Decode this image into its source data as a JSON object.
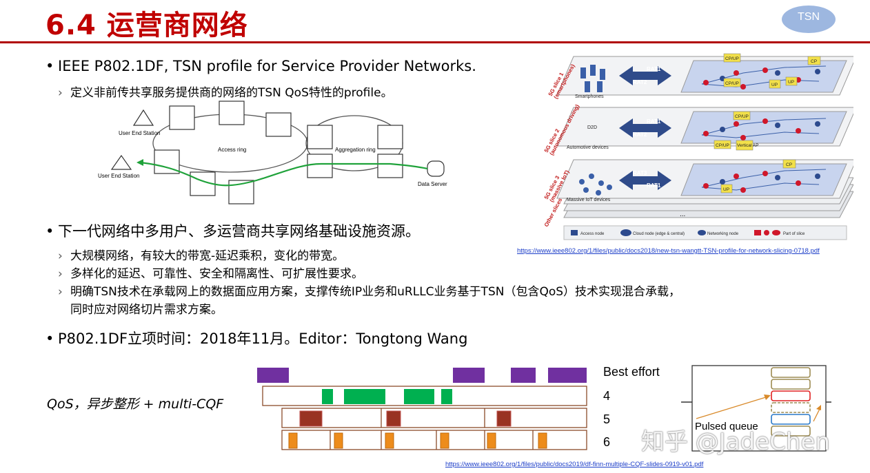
{
  "title": "6.4 运营商网络",
  "logo": "TSN",
  "bullets": {
    "b1": "IEEE P802.1DF, TSN profile for Service Provider Networks.",
    "b1_sub1": "定义非前传共享服务提供商的网络的TSN QoS特性的profile。",
    "b2": "下一代网络中多用户、多运营商共享网络基础设施资源。",
    "b2_sub1": "大规模网络，有较大的带宽-延迟乘积，变化的带宽。",
    "b2_sub2": "多样化的延迟、可靠性、安全和隔离性、可扩展性要求。",
    "b2_sub3a": "明确TSN技术在承载网上的数据面应用方案，支撑传统IP业务和uRLLC业务基于TSN（包含QoS）技术实现混合承载，",
    "b2_sub3b": "同时应对网络切片需求方案。",
    "b3": "P802.1DF立项时间：2018年11月。Editor：Tongtong Wang"
  },
  "ring_diagram": {
    "user_end_1": "User End Station",
    "user_end_2": "User End Station",
    "access_ring": "Access ring",
    "aggregation_ring": "Aggregation ring",
    "data_server": "Data Server"
  },
  "slicing_diagram": {
    "slice1": "5G slice 1\n(smartphones)",
    "slice2": "5G slice 2\n(autonomous driving)",
    "slice3": "5G slice 3\n(massive IoT)",
    "other": "Other slices",
    "smartphones": "Smartphones",
    "automotive": "Automotive devices",
    "iot": "Massive IoT devices",
    "rat1": "RAT1",
    "rat2": "RAT2",
    "rat3": "RAT3",
    "d2d": "D2D",
    "cpup": "CP/UP",
    "cp": "CP",
    "up": "UP",
    "vertical_ap": "Vertical AP",
    "legend_access": "Access node",
    "legend_cloud": "Cloud node (edge & central)",
    "legend_networking": "Networking node",
    "legend_part": "Part of slice",
    "dots": "..."
  },
  "link1": "https://www.ieee802.org/1/files/public/docs2018/new-tsn-wangtt-TSN-profile-for-network-slicing-0718.pdf",
  "link2": "https://www.ieee802.org/1/files/public/docs2019/df-finn-multiple-CQF-slides-0919-v01.pdf",
  "qos_label": "QoS，异步整形   +   multi-CQF",
  "cqf": {
    "best_effort": "Best effort",
    "class4": "4",
    "class5": "5",
    "class6": "6",
    "pulsed_queue": "Pulsed queue"
  },
  "watermark": "知乎 @JadeChen",
  "colors": {
    "title": "#c00000",
    "purple": "#7030a0",
    "green": "#00b050",
    "brown": "#993322",
    "orange": "#ed8c1c",
    "link": "#1a3cc8"
  }
}
